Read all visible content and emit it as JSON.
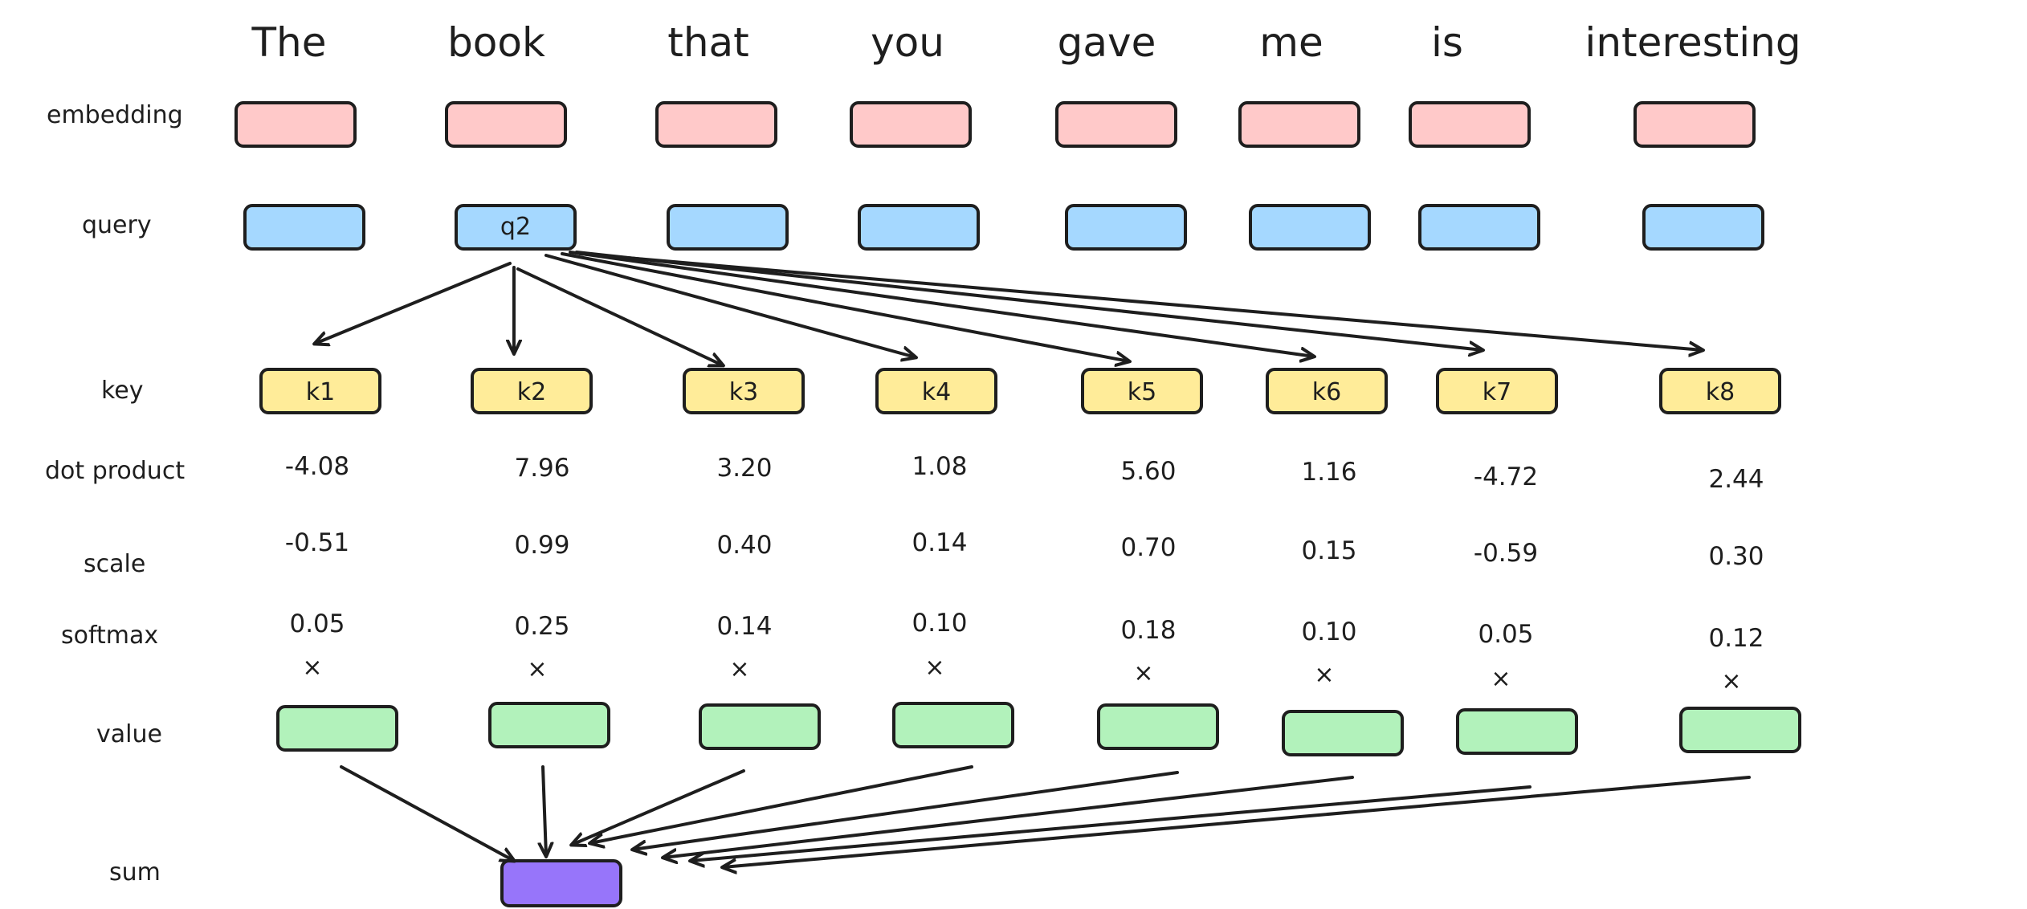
{
  "words": [
    "The",
    "book",
    "that",
    "you",
    "gave",
    "me",
    "is",
    "interesting"
  ],
  "row_labels": {
    "embedding": "embedding",
    "query": "query",
    "key": "key",
    "dot_product": "dot product",
    "scale": "scale",
    "softmax": "softmax",
    "value": "value",
    "sum": "sum"
  },
  "query_label": "q2",
  "keys": [
    "k1",
    "k2",
    "k3",
    "k4",
    "k5",
    "k6",
    "k7",
    "k8"
  ],
  "dot_products": [
    "-4.08",
    "7.96",
    "3.20",
    "1.08",
    "5.60",
    "1.16",
    "-4.72",
    "2.44"
  ],
  "scales": [
    "-0.51",
    "0.99",
    "0.40",
    "0.14",
    "0.70",
    "0.15",
    "-0.59",
    "0.30"
  ],
  "softmax": [
    "0.05",
    "0.25",
    "0.14",
    "0.10",
    "0.18",
    "0.10",
    "0.05",
    "0.12"
  ],
  "multiply_symbol": "×",
  "colors": {
    "embedding": "#ffc9c9",
    "query": "#a5d8ff",
    "key": "#ffec99",
    "value": "#b2f2bb",
    "sum": "#9775fa",
    "stroke": "#1e1e1e"
  }
}
